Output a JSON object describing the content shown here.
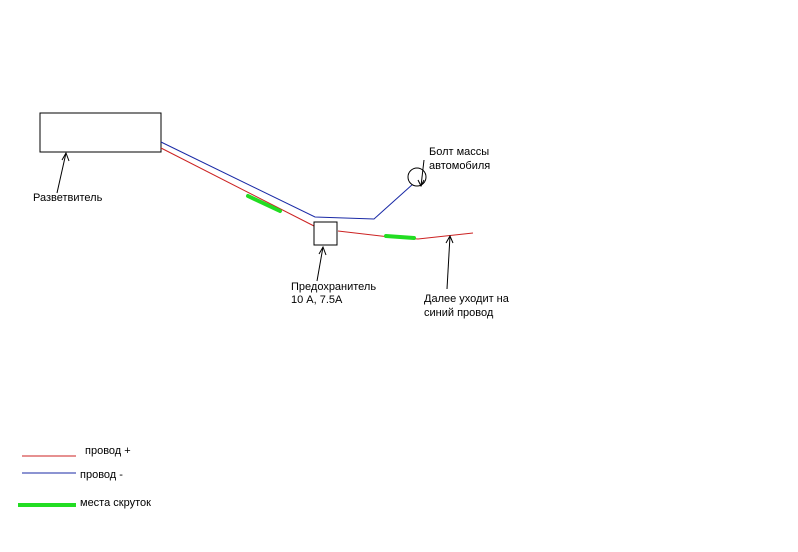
{
  "labels": {
    "splitter": "Разветвитель",
    "ground_bolt_line1": "Болт массы",
    "ground_bolt_line2": "автомобиля",
    "fuse_line1": "Предохранитель",
    "fuse_line2": "10 А, 7.5А",
    "continues_line1": "Далее уходит на",
    "continues_line2": "синий провод"
  },
  "legend": [
    {
      "label": "провод +",
      "color": "#cc2222"
    },
    {
      "label": "провод -",
      "color": "#1a2aa6"
    },
    {
      "label": "места скруток",
      "color": "#22dd22"
    }
  ],
  "colors": {
    "positive_wire": "#cc2222",
    "negative_wire": "#1a2aa6",
    "splice": "#22dd22",
    "outline": "#000000"
  }
}
